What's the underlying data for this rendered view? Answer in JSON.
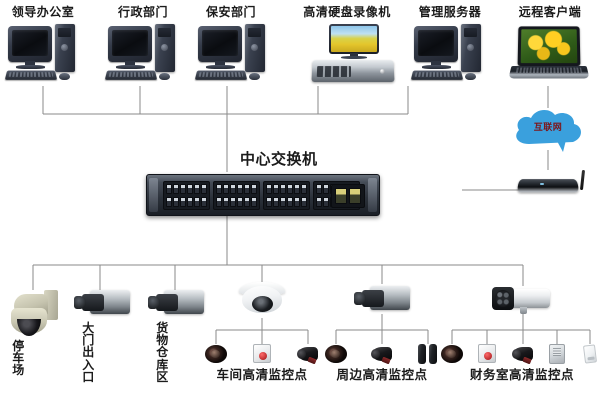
{
  "diagram": {
    "title_center": "中心交换机",
    "internet_label": "互联网",
    "top_devices": [
      {
        "label": "领导办公室",
        "type": "desktop-pc"
      },
      {
        "label": "行政部门",
        "type": "desktop-pc"
      },
      {
        "label": "保安部门",
        "type": "desktop-pc"
      },
      {
        "label": "高清硬盘录像机",
        "type": "hd-dvr"
      },
      {
        "label": "管理服务器",
        "type": "desktop-pc"
      },
      {
        "label": "远程客户端",
        "type": "laptop"
      }
    ],
    "bottom_cameras": [
      {
        "label": "停车场",
        "type": "ptz-dome-camera",
        "orientation": "vertical"
      },
      {
        "label": "大门出入口",
        "type": "box-camera",
        "orientation": "vertical"
      },
      {
        "label": "货物仓库区",
        "type": "box-camera",
        "orientation": "vertical"
      },
      {
        "label": "车间高清监控点",
        "type": "dome-camera",
        "orientation": "horizontal"
      },
      {
        "label": "周边高清监控点",
        "type": "box-camera",
        "orientation": "horizontal"
      },
      {
        "label": "财务室高清监控点",
        "type": "bullet-camera",
        "orientation": "horizontal"
      }
    ],
    "monitor_groups": [
      {
        "label": "车间高清监控点",
        "devices": [
          "speaker-icon",
          "alarm-panel-icon",
          "siren-icon"
        ]
      },
      {
        "label": "周边高清监控点",
        "devices": [
          "speaker-icon",
          "siren-icon",
          "beam-sensor-icon"
        ]
      },
      {
        "label": "财务室高清监控点",
        "devices": [
          "speaker-icon",
          "alarm-panel-icon",
          "siren-icon",
          "keypad-icon",
          "door-sensor-icon"
        ]
      }
    ],
    "colors": {
      "cloud": "#3aa0dd",
      "cloud_text": "#7d1418",
      "wire": "#8a8a8a",
      "label_text": "#1b1b1b",
      "background": "#ffffff"
    }
  }
}
